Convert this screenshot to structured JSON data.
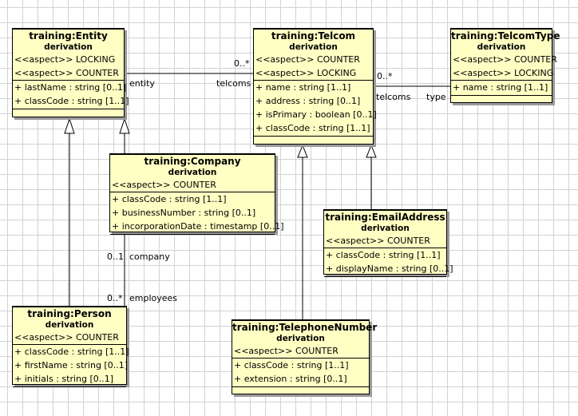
{
  "classes": {
    "entity": {
      "name": "training:Entity",
      "stereotype": "derivation",
      "aspects": [
        "<<aspect>> LOCKING",
        "<<aspect>> COUNTER"
      ],
      "attributes": [
        "+ lastName : string [0..1]",
        "+ classCode : string [1..1]"
      ]
    },
    "telcom": {
      "name": "training:Telcom",
      "stereotype": "derivation",
      "aspects": [
        "<<aspect>> COUNTER",
        "<<aspect>> LOCKING"
      ],
      "attributes": [
        "+ name : string [1..1]",
        "+ address : string [0..1]",
        "+ isPrimary : boolean [0..1]",
        "+ classCode : string [1..1]"
      ]
    },
    "telcomType": {
      "name": "training:TelcomType",
      "stereotype": "derivation",
      "aspects": [
        "<<aspect>> COUNTER",
        "<<aspect>> LOCKING"
      ],
      "attributes": [
        "+ name : string [1..1]"
      ]
    },
    "company": {
      "name": "training:Company",
      "stereotype": "derivation",
      "aspects": [
        "<<aspect>> COUNTER"
      ],
      "attributes": [
        "+ classCode : string [1..1]",
        "+ businessNumber : string [0..1]",
        "+ incorporationDate : timestamp [0..1]"
      ]
    },
    "emailAddress": {
      "name": "training:EmailAddress",
      "stereotype": "derivation",
      "aspects": [
        "<<aspect>> COUNTER"
      ],
      "attributes": [
        "+ classCode : string [1..1]",
        "+ displayName : string [0..1]"
      ]
    },
    "person": {
      "name": "training:Person",
      "stereotype": "derivation",
      "aspects": [
        "<<aspect>> COUNTER"
      ],
      "attributes": [
        "+ classCode : string [1..1]",
        "+ firstName : string [0..1]",
        "+ initials : string [0..1]"
      ]
    },
    "telephoneNumber": {
      "name": "training:TelephoneNumber",
      "stereotype": "derivation",
      "aspects": [
        "<<aspect>> COUNTER"
      ],
      "attributes": [
        "+ classCode : string [1..1]",
        "+ extension : string [0..1]"
      ]
    }
  },
  "associations": {
    "entity_telcom": {
      "end1_role": "entity",
      "end2_mult": "0..*",
      "end2_role": "telcoms"
    },
    "telcom_type": {
      "end1_mult": "0..*",
      "end1_role": "telcoms",
      "end2_role": "type"
    },
    "company_person": {
      "end1_mult": "0..1",
      "end1_role": "company",
      "end2_mult": "0..*",
      "end2_role": "employees"
    }
  }
}
